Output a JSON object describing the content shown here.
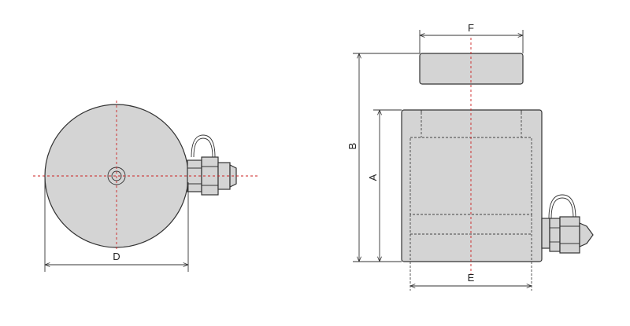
{
  "dimensions": {
    "diameter": "D",
    "overall_height": "B",
    "body_height": "A",
    "base_width": "E",
    "saddle_width": "F"
  },
  "colors": {
    "body_fill": "#d4d4d4",
    "outline": "#333333",
    "centerline": "#cc2222"
  }
}
